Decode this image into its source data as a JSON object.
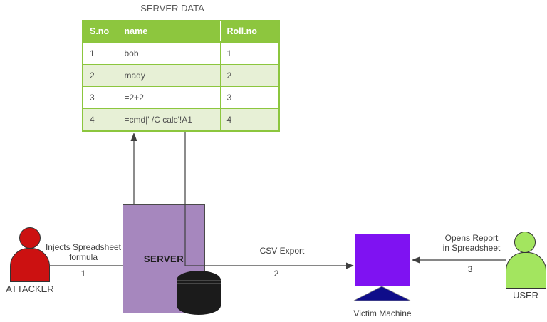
{
  "title": "SERVER DATA",
  "table": {
    "headers": [
      "S.no",
      "name",
      "Roll.no"
    ],
    "rows": [
      [
        "1",
        "bob",
        "1"
      ],
      [
        "2",
        "mady",
        "2"
      ],
      [
        "3",
        "=2+2",
        "3"
      ],
      [
        "4",
        "=cmd|' /C calc'!A1",
        "4"
      ]
    ]
  },
  "server": {
    "label": "SERVER"
  },
  "attacker": {
    "label": "ATTACKER"
  },
  "user": {
    "label": "USER"
  },
  "victim": {
    "label": "Victim Machine"
  },
  "flows": {
    "inject": {
      "text_line1": "Injects Spreadsheet",
      "text_line2": "formula",
      "step": "1"
    },
    "export": {
      "text": "CSV Export",
      "step": "2"
    },
    "open": {
      "text_line1": "Opens Report",
      "text_line2": "in Spreadsheet",
      "step": "3"
    }
  },
  "colors": {
    "table_header": "#8dc63e",
    "table_alt_row": "#e7f0d6",
    "table_border": "#8cc63e",
    "server_fill": "#a687be",
    "attacker_fill": "#cc1111",
    "user_fill": "#a3e55f",
    "victim_fill": "#7f12f2",
    "victim_stand": "#0f0d8a",
    "database_fill": "#1b1b1b",
    "connector": "#3f3f3f"
  }
}
